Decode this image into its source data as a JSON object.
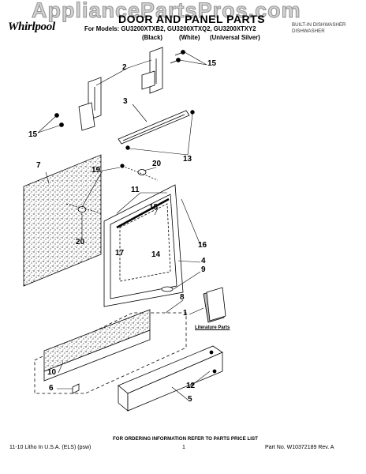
{
  "watermark": "AppliancePartsPros.com",
  "header": {
    "brand": "Whirlpool",
    "title": "DOOR AND PANEL PARTS",
    "models": "For Models: GU3200XTXB2, GU3200XTXQ2, GU3200XTXY2",
    "colors": [
      "(Black)",
      "(White)",
      "(Universal Silver)"
    ],
    "product": [
      "BUILT-IN DISHWASHER",
      "DISHWASHER"
    ]
  },
  "callouts": [
    "2",
    "15",
    "3",
    "15",
    "13",
    "7",
    "19",
    "20",
    "11",
    "18",
    "20",
    "17",
    "14",
    "16",
    "4",
    "9",
    "8",
    "1",
    "10",
    "6",
    "12",
    "5"
  ],
  "literature_label": "Literature Parts",
  "footer": {
    "note": "FOR ORDERING INFORMATION REFER TO PARTS PRICE LIST",
    "left": "11-10 Litho In U.S.A. (ELS) (psw)",
    "page": "1",
    "right": "Part No. W10372189 Rev. A"
  }
}
